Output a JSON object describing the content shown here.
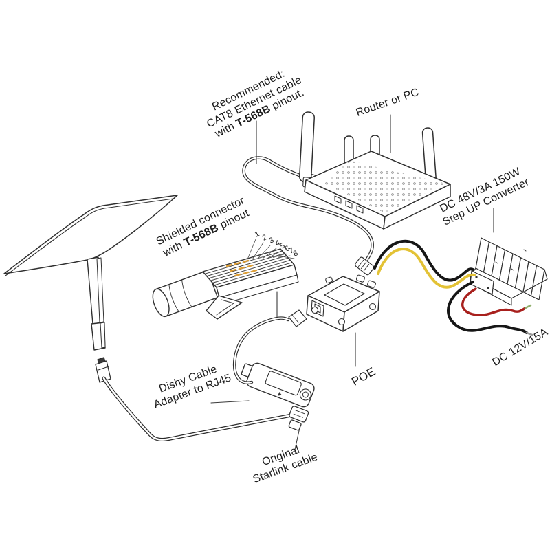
{
  "labels": {
    "recommended": {
      "line1": "Recommended:",
      "line2": "CAT8 Ethernet cable",
      "line3_pre": "with ",
      "line3_bold": "T-568B",
      "line3_post": " pinout."
    },
    "router": {
      "text": "Router or PC"
    },
    "shielded": {
      "line1": "Shielded connector",
      "line2_pre": "with ",
      "line2_bold": "T-568B",
      "line2_post": " pinout"
    },
    "converter": {
      "line1": "DC 48V/3A 150W",
      "line2": "Step UP Converter"
    },
    "poe": {
      "text": "POE"
    },
    "dc_output": {
      "text": "DC 12V/15A"
    },
    "adapter": {
      "line1": "Dishy Cable",
      "line2": "Adapter to RJ45"
    },
    "original_cable": {
      "line1": "Original",
      "line2": "Starlink cable"
    }
  },
  "pins": [
    "1",
    "2",
    "3",
    "4",
    "5",
    "6",
    "7",
    "8"
  ],
  "colors": {
    "ink": "#2f2f2f",
    "wire_yellow": "#e3c235",
    "wire_red": "#a8201d",
    "wire_black": "#161616",
    "wire_tip": "#8fae6b",
    "pin_highlight": "#dd9e36",
    "background": "#ffffff"
  }
}
